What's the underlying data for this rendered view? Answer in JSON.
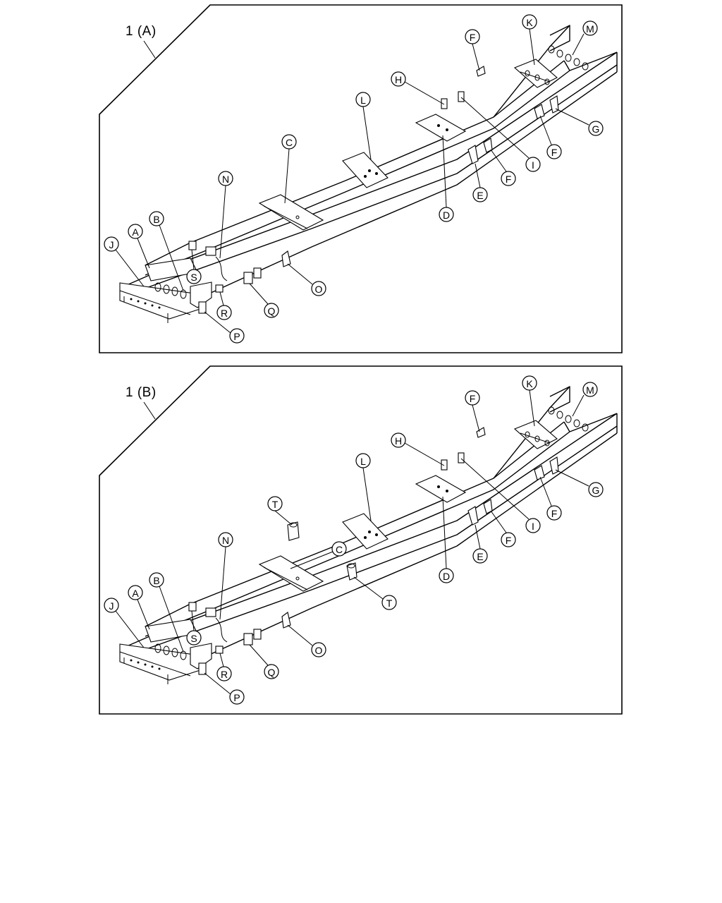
{
  "panels": [
    {
      "id": "a",
      "title": "1 (A)",
      "callouts": [
        {
          "id": "F1",
          "label": "F"
        },
        {
          "id": "K",
          "label": "K"
        },
        {
          "id": "M",
          "label": "M"
        },
        {
          "id": "H",
          "label": "H"
        },
        {
          "id": "L",
          "label": "L"
        },
        {
          "id": "C",
          "label": "C"
        },
        {
          "id": "G",
          "label": "G"
        },
        {
          "id": "F2",
          "label": "F"
        },
        {
          "id": "I",
          "label": "I"
        },
        {
          "id": "F3",
          "label": "F"
        },
        {
          "id": "E",
          "label": "E"
        },
        {
          "id": "D",
          "label": "D"
        },
        {
          "id": "N",
          "label": "N"
        },
        {
          "id": "B",
          "label": "B"
        },
        {
          "id": "A",
          "label": "A"
        },
        {
          "id": "J",
          "label": "J"
        },
        {
          "id": "S",
          "label": "S"
        },
        {
          "id": "O",
          "label": "O"
        },
        {
          "id": "R",
          "label": "R"
        },
        {
          "id": "Q",
          "label": "Q"
        },
        {
          "id": "P",
          "label": "P"
        }
      ]
    },
    {
      "id": "b",
      "title": "1 (B)",
      "callouts": [
        {
          "id": "F1",
          "label": "F"
        },
        {
          "id": "K",
          "label": "K"
        },
        {
          "id": "M",
          "label": "M"
        },
        {
          "id": "H",
          "label": "H"
        },
        {
          "id": "L",
          "label": "L"
        },
        {
          "id": "T1",
          "label": "T"
        },
        {
          "id": "C",
          "label": "C"
        },
        {
          "id": "G",
          "label": "G"
        },
        {
          "id": "F2",
          "label": "F"
        },
        {
          "id": "I",
          "label": "I"
        },
        {
          "id": "F3",
          "label": "F"
        },
        {
          "id": "E",
          "label": "E"
        },
        {
          "id": "D",
          "label": "D"
        },
        {
          "id": "N",
          "label": "N"
        },
        {
          "id": "B",
          "label": "B"
        },
        {
          "id": "A",
          "label": "A"
        },
        {
          "id": "J",
          "label": "J"
        },
        {
          "id": "S",
          "label": "S"
        },
        {
          "id": "T2",
          "label": "T"
        },
        {
          "id": "O",
          "label": "O"
        },
        {
          "id": "R",
          "label": "R"
        },
        {
          "id": "Q",
          "label": "Q"
        },
        {
          "id": "P",
          "label": "P"
        }
      ]
    }
  ]
}
